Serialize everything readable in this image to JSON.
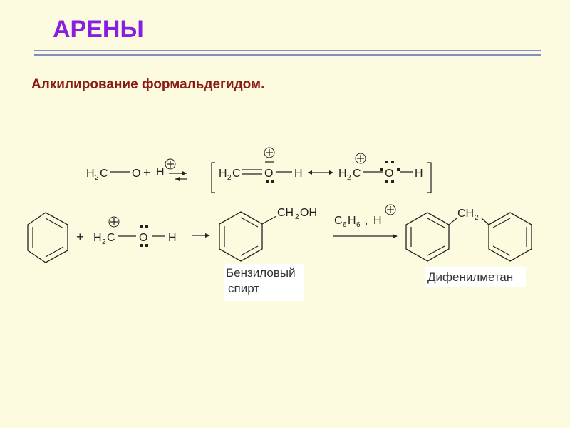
{
  "slide": {
    "title": "АРЕНЫ",
    "subtitle": "Алкилирование формальдегидом."
  },
  "scheme": {
    "row1": {
      "formaldehyde_h2": "H",
      "formaldehyde_sub2": "2",
      "formaldehyde_c": "C",
      "formaldehyde_o": "O",
      "plus": "+",
      "proton_h": "H",
      "charge": "+",
      "res1_h2": "H",
      "res1_sub2": "2",
      "res1_c": "C",
      "res1_o": "O",
      "res1_h": "H",
      "res2_h2": "H",
      "res2_sub2": "2",
      "res2_c": "C",
      "res2_o": "O",
      "res2_h": "H"
    },
    "row2": {
      "plus": "+",
      "cation_h2": "H",
      "cation_sub2": "2",
      "cation_c": "C",
      "cation_o": "O",
      "cation_h": "H",
      "benzyl_ch": "CH",
      "benzyl_sub2": "2",
      "benzyl_oh": "OH",
      "reagent_c": "C",
      "reagent_sub6a": "6",
      "reagent_h": "H",
      "reagent_sub6b": "6",
      "reagent_comma": ",",
      "reagent_proton": "H",
      "charge": "+",
      "diphenyl_ch": "CH",
      "diphenyl_sub2": "2"
    },
    "labels": {
      "benzyl_alcohol_line1": "Бензиловый",
      "benzyl_alcohol_line2": "спирт",
      "diphenylmethane": "Дифенилметан"
    }
  },
  "colors": {
    "background": "#fdfbdf",
    "title": "#8a1ee0",
    "subtitle": "#8b1c14",
    "rule": "#7f8fc6"
  }
}
